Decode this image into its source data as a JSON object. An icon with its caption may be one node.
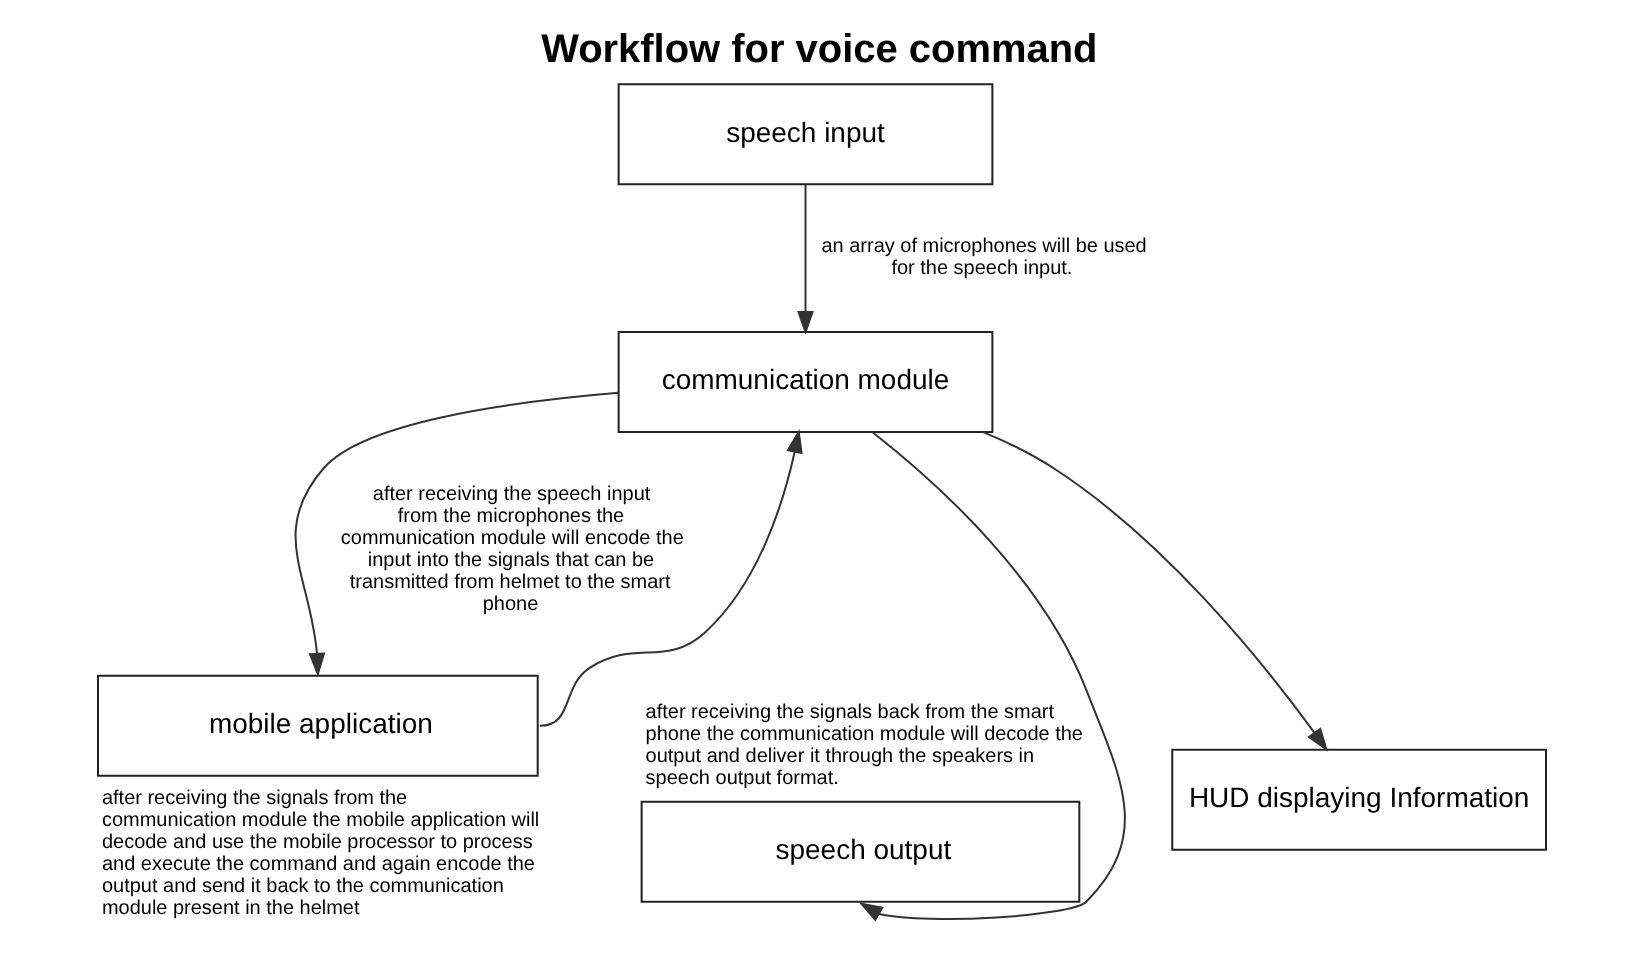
{
  "diagram": {
    "title": "Workflow for voice command",
    "nodes": [
      {
        "text": [
          "speech input"
        ]
      },
      {
        "text": [
          "communication module"
        ]
      },
      {
        "text": [
          "mobile application"
        ],
        "beside": [
          "after receiving the signals from the communication module the mobile application will decode and use the mobile processor to process and execute the command and again encode the output and send it back to the communication module present in the helmet"
        ]
      },
      {
        "text": [
          "speech output"
        ],
        "beside": [
          "after receiving the signals back from the smart phone the communication module will decode the output and deliver it through the speakers in speech output format."
        ]
      },
      {
        "text": [
          "HUD displaying Information"
        ]
      }
    ],
    "edges": [
      {
        "from": 0,
        "to": 1,
        "arrow": "to",
        "label": "an array of microphones will be used for the speech input."
      },
      {
        "from": 1,
        "to": 2,
        "arrow": "to",
        "label": "after receiving the speech input from the microphones the communication module will encode the input into the signals that can be transmitted from helmet to the smart phone"
      },
      {
        "from": 2,
        "to": 1,
        "arrow": "to"
      },
      {
        "from": 1,
        "to": 3,
        "arrow": "to"
      },
      {
        "from": 1,
        "to": 4,
        "arrow": "to"
      }
    ]
  }
}
